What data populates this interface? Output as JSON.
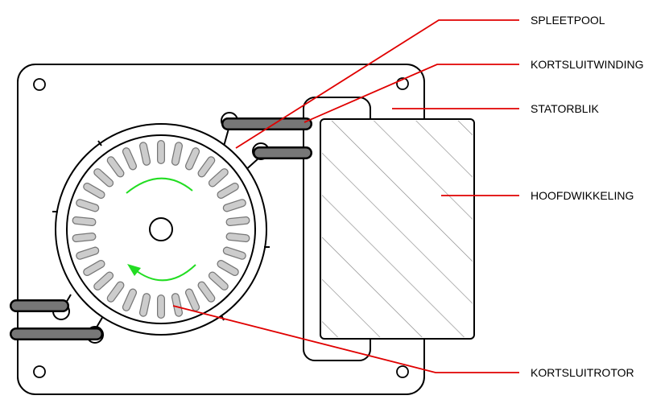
{
  "labels": {
    "spleetpool": "SPLEETPOOL",
    "kortsluitwinding": "KORTSLUITWINDING",
    "statorblik": "STATORBLIK",
    "hoofdwikkeling": "HOOFDWIKKELING",
    "kortsluitrotor": "KORTSLUITROTOR"
  },
  "rotor": {
    "slot_count": 30
  },
  "colors": {
    "leader": "#e00000",
    "arrow": "#22dd22",
    "coil": "#777777",
    "slot": "#cccccc",
    "hatch": "#888888"
  }
}
